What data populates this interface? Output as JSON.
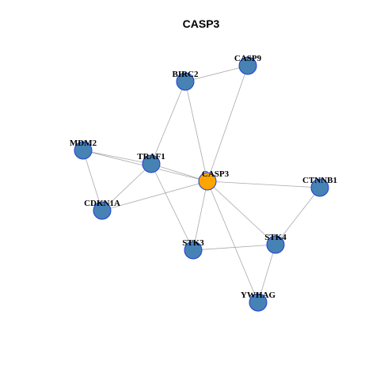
{
  "title": "CASP3",
  "colors": {
    "center": "#FFA500",
    "node": "#4682B4",
    "node_border": "#1F3FD6",
    "edge": "#A9A9A9"
  },
  "nodes": [
    {
      "id": "CASP3",
      "label": "CASP3",
      "center": true
    },
    {
      "id": "BIRC2",
      "label": "BIRC2"
    },
    {
      "id": "CASP9",
      "label": "CASP9"
    },
    {
      "id": "MDM2",
      "label": "MDM2"
    },
    {
      "id": "TRAF1",
      "label": "TRAF1"
    },
    {
      "id": "CTNNB1",
      "label": "CTNNB1"
    },
    {
      "id": "CDKN1A",
      "label": "CDKN1A"
    },
    {
      "id": "STK3",
      "label": "STK3"
    },
    {
      "id": "STK4",
      "label": "STK4"
    },
    {
      "id": "YWHAG",
      "label": "YWHAG"
    }
  ],
  "edges": [
    [
      "BIRC2",
      "CASP9"
    ],
    [
      "BIRC2",
      "TRAF1"
    ],
    [
      "BIRC2",
      "CASP3"
    ],
    [
      "CASP9",
      "CASP3"
    ],
    [
      "MDM2",
      "TRAF1"
    ],
    [
      "MDM2",
      "CDKN1A"
    ],
    [
      "TRAF1",
      "CASP3"
    ],
    [
      "TRAF1",
      "CDKN1A"
    ],
    [
      "TRAF1",
      "STK3"
    ],
    [
      "MDM2",
      "CASP3"
    ],
    [
      "CDKN1A",
      "CASP3"
    ],
    [
      "CASP3",
      "CTNNB1"
    ],
    [
      "CASP3",
      "STK3"
    ],
    [
      "CASP3",
      "STK4"
    ],
    [
      "CASP3",
      "YWHAG"
    ],
    [
      "CTNNB1",
      "STK4"
    ],
    [
      "STK3",
      "STK4"
    ],
    [
      "STK4",
      "YWHAG"
    ]
  ]
}
